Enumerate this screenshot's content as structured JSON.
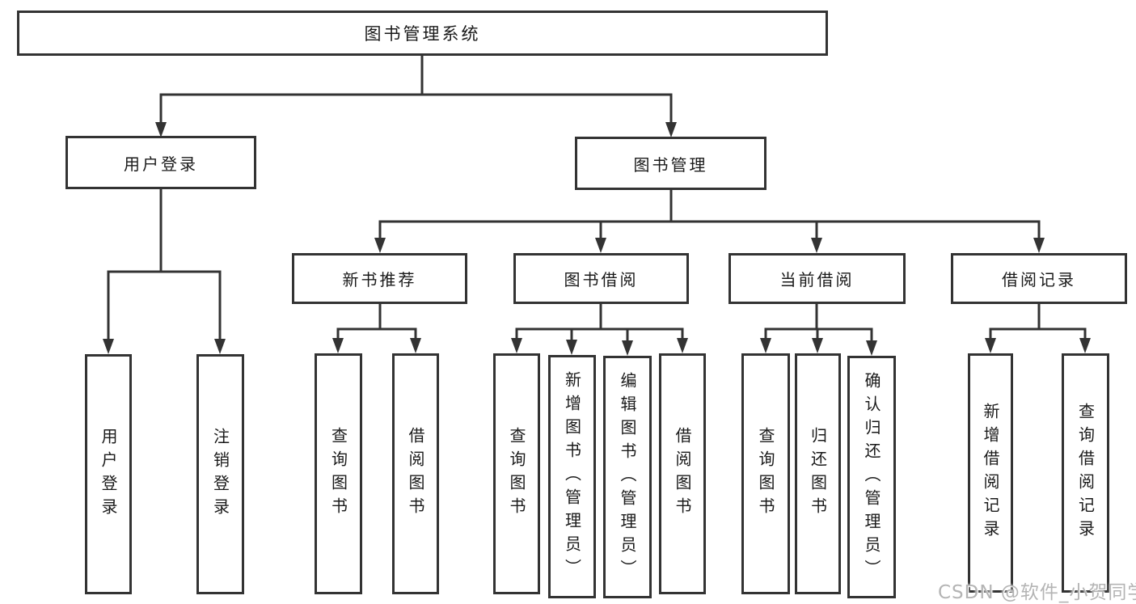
{
  "root": "图书管理系统",
  "branches": {
    "user_login": {
      "label": "用户登录",
      "children": [
        "用户登录",
        "注销登录"
      ]
    },
    "book_mgmt": {
      "label": "图书管理",
      "groups": [
        {
          "label": "新书推荐",
          "children": [
            "查询图书",
            "借阅图书"
          ]
        },
        {
          "label": "图书借阅",
          "children": [
            "查询图书",
            "新增图书（管理员）",
            "编辑图书（管理员）",
            "借阅图书"
          ]
        },
        {
          "label": "当前借阅",
          "children": [
            "查询图书",
            "归还图书",
            "确认归还（管理员）"
          ]
        },
        {
          "label": "借阅记录",
          "children": [
            "新增借阅记录",
            "查询借阅记录"
          ]
        }
      ]
    }
  },
  "watermark": "CSDN @软件_小贺同学",
  "colors": {
    "line": "#333333",
    "border": "#333333",
    "text": "#1a1a1a",
    "watermark": "#b4b4b4",
    "bg": "#ffffff"
  }
}
